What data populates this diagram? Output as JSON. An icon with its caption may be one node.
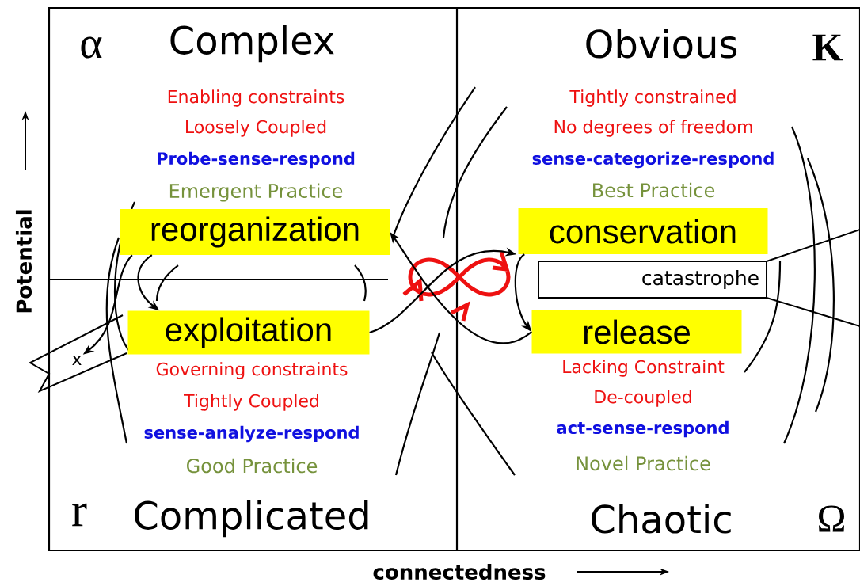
{
  "diagram": {
    "nodes": [
      {
        "text": [
          "reorganization"
        ]
      },
      {
        "text": [
          "conservation"
        ]
      },
      {
        "text": [
          "catastrophe"
        ]
      },
      {
        "text": [
          "exploitation"
        ]
      },
      {
        "text": [
          "release"
        ]
      },
      {
        "text": [
          "x"
        ]
      }
    ],
    "edges": [
      {
        "from": 3,
        "to": 1,
        "arrow": "to"
      },
      {
        "from": 1,
        "to": 4,
        "arrow": "to"
      },
      {
        "from": 4,
        "to": 0,
        "arrow": "to"
      },
      {
        "from": 0,
        "to": 3,
        "arrow": "to"
      },
      {
        "from": 0,
        "to": 5,
        "arrow": "to"
      }
    ],
    "labels": [
      "α",
      "Complex",
      "Obvious",
      "K",
      "Enabling constraints",
      "Loosely Coupled",
      "Probe-sense-respond",
      "Emergent Practice",
      "Tightly constrained",
      "No degrees of freedom",
      "sense-categorize-respond",
      "Best Practice",
      "Governing constraints",
      "Tightly Coupled",
      "sense-analyze-respond",
      "Good Practice",
      "Lacking Constraint",
      "De-coupled",
      "act-sense-respond",
      "Novel Practice",
      "r",
      "Complicated",
      "Chaotic",
      "Ω",
      "Potential",
      "connectedness"
    ]
  }
}
